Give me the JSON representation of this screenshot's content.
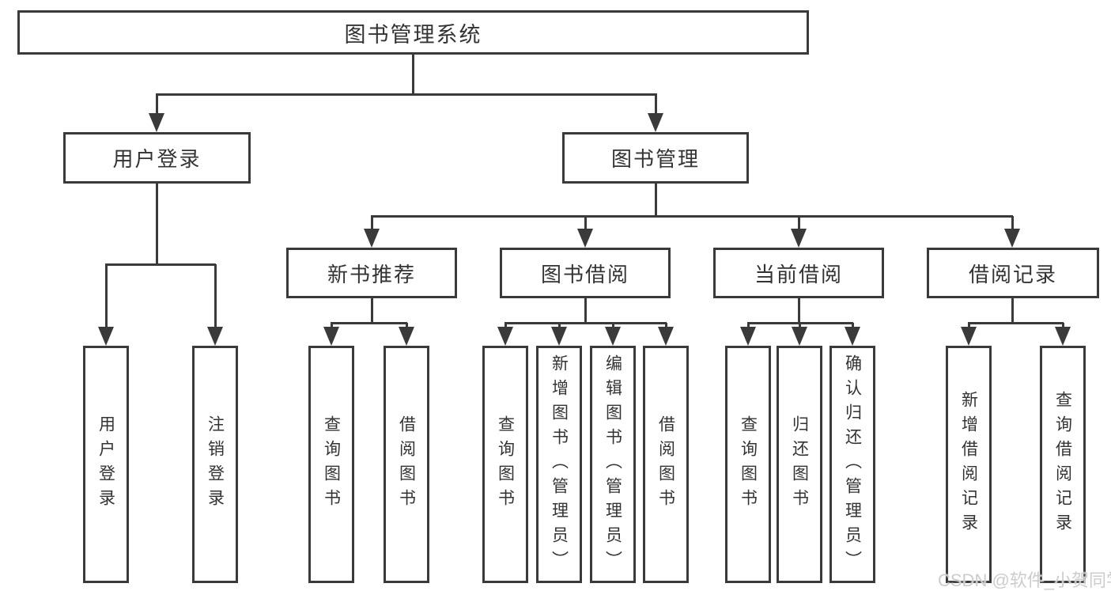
{
  "tree": {
    "root": "图书管理系统",
    "branches": [
      {
        "label": "用户登录",
        "children": [
          "用户登录",
          "注销登录"
        ]
      },
      {
        "label": "图书管理",
        "sections": [
          {
            "label": "新书推荐",
            "children": [
              "查询图书",
              "借阅图书"
            ]
          },
          {
            "label": "图书借阅",
            "children": [
              "查询图书",
              "新增图书（管理员）",
              "编辑图书（管理员）",
              "借阅图书"
            ]
          },
          {
            "label": "当前借阅",
            "children": [
              "查询图书",
              "归还图书",
              "确认归还（管理员）"
            ]
          },
          {
            "label": "借阅记录",
            "children": [
              "新增借阅记录",
              "查询借阅记录"
            ]
          }
        ]
      }
    ]
  },
  "watermark": {
    "text": "CSDN @软件_小贺同学"
  },
  "colors": {
    "line": "#3a3a3a",
    "text": "#333333",
    "box_fill": "#ffffff",
    "watermark": "#cccccc"
  }
}
